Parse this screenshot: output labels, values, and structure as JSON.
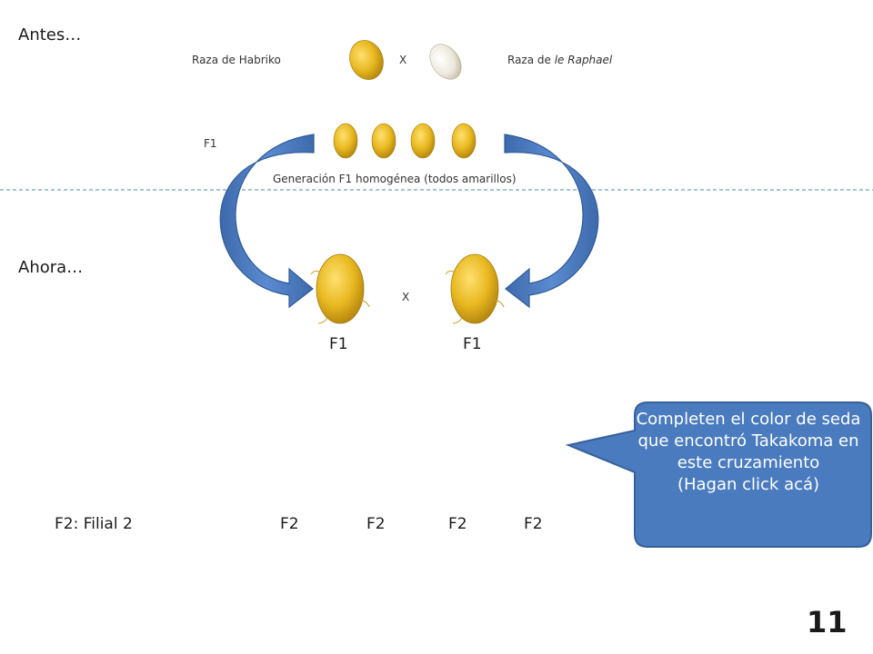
{
  "before": {
    "heading": "Antes…",
    "breed_left": "Raza de Habriko",
    "cross": "X",
    "breed_right_prefix": "Raza de ",
    "breed_right_name": "le Raphael",
    "f1_label": "F1",
    "f1_caption": "Generación F1 homogénea (todos amarillos)"
  },
  "now": {
    "heading": "Ahora…",
    "cross": "X",
    "parent_left": "F1",
    "parent_right": "F1"
  },
  "f2": {
    "label": "F2: Filial 2",
    "slots": [
      "F2",
      "F2",
      "F2",
      "F2"
    ]
  },
  "callout": {
    "text": "Completen  el color de seda que encontró Takakoma en este cruzamiento\n(Hagan click acá)"
  },
  "slide_number": "11",
  "colors": {
    "yellow_cocoon": "#e8b820",
    "white_cocoon": "#ece8dc",
    "arrow_fill": "#4f7fc1",
    "callout_fill": "#4a7bbe",
    "callout_border": "#37609a",
    "divider": "#6fa3b8"
  }
}
